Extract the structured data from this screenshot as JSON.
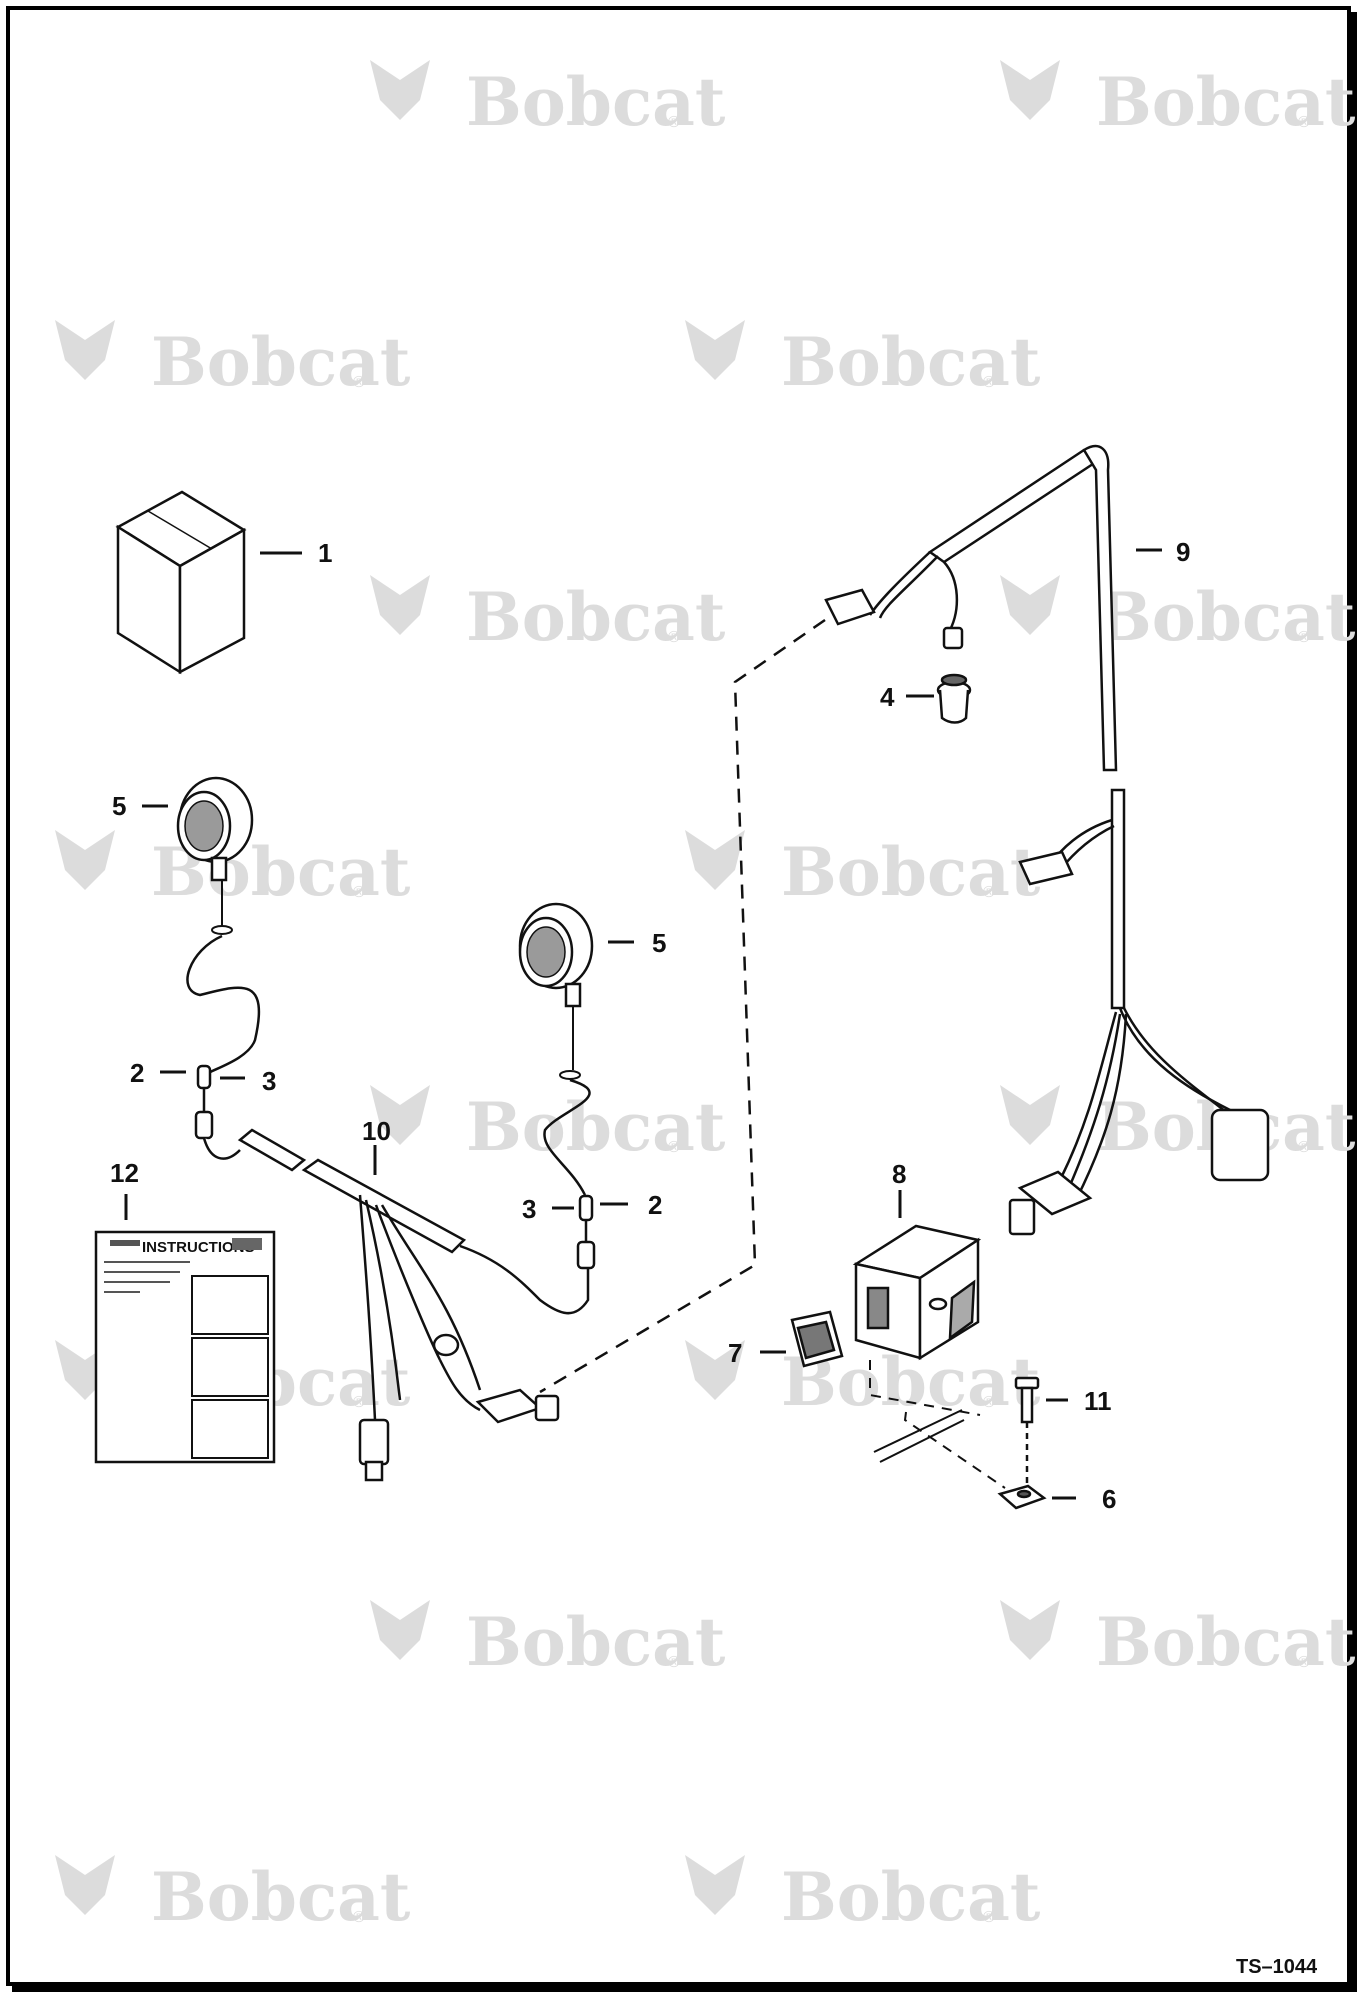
{
  "watermark": {
    "text": "Bobcat",
    "mark": "®"
  },
  "drawing_ref": "TS–1044",
  "callouts": [
    {
      "id": "c1",
      "label": "1"
    },
    {
      "id": "c5a",
      "label": "5"
    },
    {
      "id": "c5b",
      "label": "5"
    },
    {
      "id": "c2a",
      "label": "2"
    },
    {
      "id": "c3a",
      "label": "3"
    },
    {
      "id": "c10",
      "label": "10"
    },
    {
      "id": "c12",
      "label": "12"
    },
    {
      "id": "c3b",
      "label": "3"
    },
    {
      "id": "c2b",
      "label": "2"
    },
    {
      "id": "c4",
      "label": "4"
    },
    {
      "id": "c9",
      "label": "9"
    },
    {
      "id": "c8",
      "label": "8"
    },
    {
      "id": "c7",
      "label": "7"
    },
    {
      "id": "c11",
      "label": "11"
    },
    {
      "id": "c6",
      "label": "6"
    }
  ],
  "instruction_sheet": {
    "title": "INSTRUCTIONS"
  }
}
